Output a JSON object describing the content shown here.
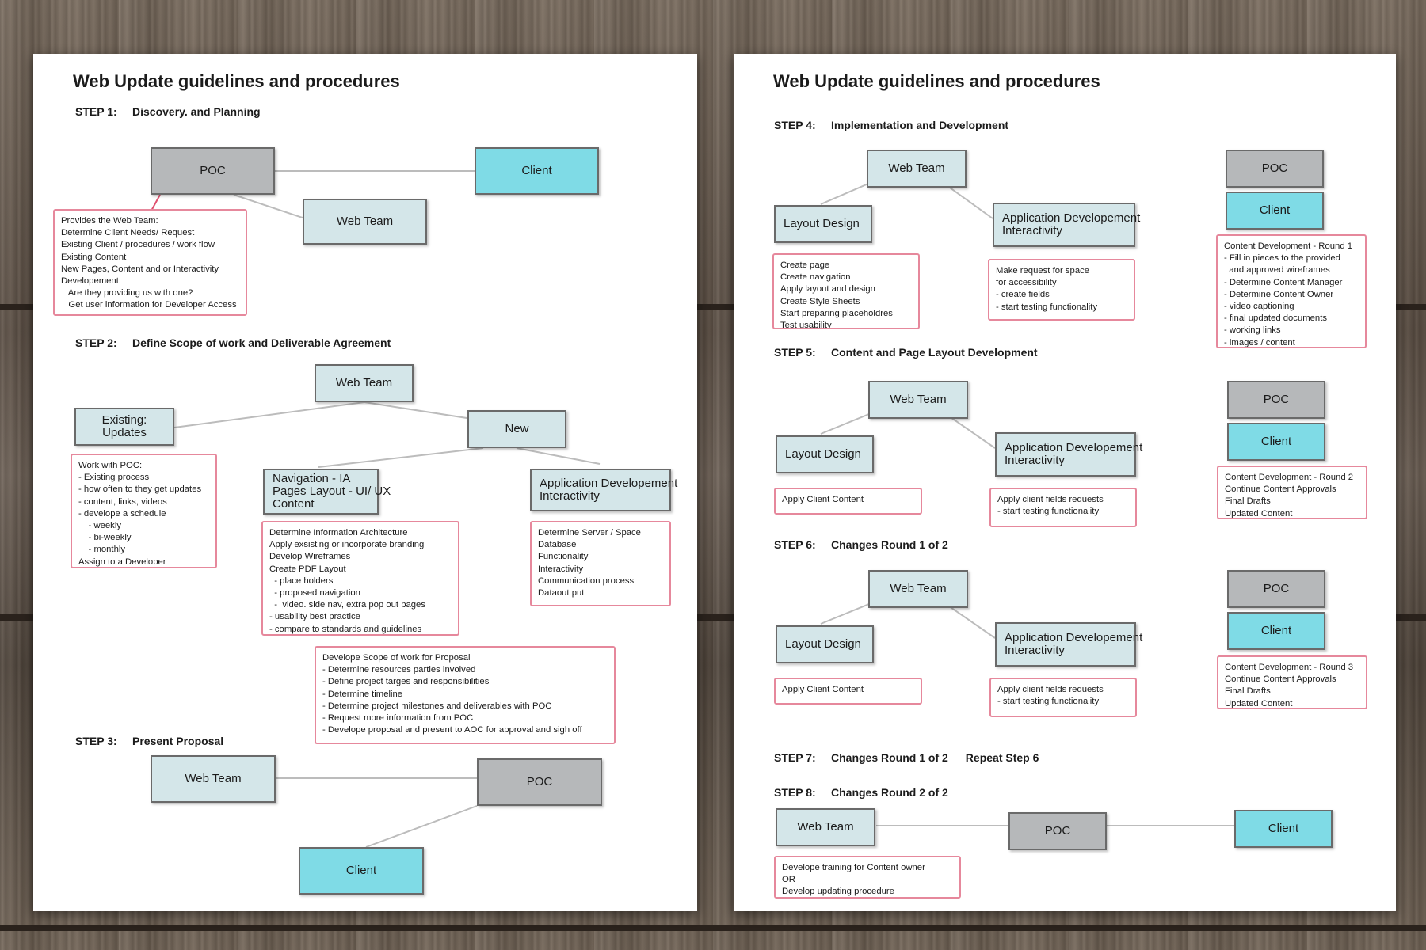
{
  "left_page": {
    "title": "Web Update guidelines and procedures",
    "step1": {
      "label": "STEP 1:",
      "name": "Discovery. and Planning",
      "poc": "POC",
      "client": "Client",
      "web_team": "Web Team",
      "note": [
        "Provides the Web Team:",
        "Determine Client Needs/ Request",
        "Existing Client / procedures / work flow",
        "Existing Content",
        "New Pages, Content and or Interactivity",
        "Developement:",
        "   Are they providing us with one?",
        "   Get user information for Developer Access"
      ]
    },
    "step2": {
      "label": "STEP 2:",
      "name": "Define Scope of work and Deliverable Agreement",
      "web_team": "Web Team",
      "existing": [
        "Existing:",
        "Updates"
      ],
      "new": "New",
      "navigation": [
        "Navigation - IA",
        "Pages Layout - UI/ UX",
        "Content"
      ],
      "application": [
        "Application Developement",
        "Interactivity"
      ],
      "existing_note": [
        "Work with POC:",
        "- Existing process",
        "- how often to they get updates",
        "- content, links, videos",
        "- develope a schedule",
        "    - weekly",
        "    - bi-weekly",
        "    - monthly",
        "Assign to a Developer"
      ],
      "navigation_note": [
        "Determine Information Architecture",
        "Apply exsisting or incorporate branding",
        "Develop Wireframes",
        "Create PDF Layout",
        "  - place holders",
        "  - proposed navigation",
        "  -  video. side nav, extra pop out pages",
        "- usability best practice",
        "- compare to standards and guidelines"
      ],
      "application_note": [
        "Determine Server / Space",
        "Database",
        "Functionality",
        "Interactivity",
        "Communication process",
        "Dataout put"
      ],
      "scope_note": [
        "Develope Scope of work for Proposal",
        "- Determine resources parties involved",
        "- Define project targes and responsibilities",
        "- Determine timeline",
        "- Determine project milestones and deliverables with POC",
        "- Request more information from POC",
        "- Develope proposal and present to AOC for approval and sigh off"
      ]
    },
    "step3": {
      "label": "STEP 3:",
      "name": "Present Proposal",
      "web_team": "Web Team",
      "poc": "POC",
      "client": "Client"
    }
  },
  "right_page": {
    "title": "Web Update guidelines and procedures",
    "step4": {
      "label": "STEP 4:",
      "name": "Implementation and Development",
      "web_team": "Web Team",
      "layout": "Layout Design",
      "application": [
        "Application Developement",
        "Interactivity"
      ],
      "poc": "POC",
      "client": "Client",
      "layout_note": [
        "Create page",
        "Create navigation",
        "Apply layout and design",
        "Create Style Sheets",
        "Start preparing placeholdres",
        "Test usability"
      ],
      "application_note": [
        "Make request for space",
        "for accessibility",
        "- create fields",
        "- start testing functionality"
      ],
      "content_note": [
        "Content Development - Round 1",
        "- Fill in pieces to the provided",
        "  and approved wireframes",
        "- Determine Content Manager",
        "- Determine Content Owner",
        "- video captioning",
        "- final updated documents",
        "- working links",
        "- images / content"
      ]
    },
    "step5": {
      "label": "STEP 5:",
      "name": "Content and Page Layout Development",
      "web_team": "Web Team",
      "layout": "Layout Design",
      "application": [
        "Application Developement",
        "Interactivity"
      ],
      "poc": "POC",
      "client": "Client",
      "layout_note": [
        "Apply Client Content"
      ],
      "application_note": [
        "Apply client fields requests",
        "- start testing functionality"
      ],
      "content_note": [
        "Content Development - Round 2",
        "Continue Content Approvals",
        "Final Drafts",
        "Updated Content"
      ]
    },
    "step6": {
      "label": "STEP 6:",
      "name": "Changes Round 1 of 2",
      "web_team": "Web Team",
      "layout": "Layout Design",
      "application": [
        "Application Developement",
        "Interactivity"
      ],
      "poc": "POC",
      "client": "Client",
      "layout_note": [
        "Apply Client Content"
      ],
      "application_note": [
        "Apply client fields requests",
        "- start testing functionality"
      ],
      "content_note": [
        "Content Development - Round 3",
        "Continue Content Approvals",
        "Final Drafts",
        "Updated Content"
      ]
    },
    "step7": {
      "label": "STEP 7:",
      "name": "Changes Round 1 of 2",
      "extra": "Repeat Step 6"
    },
    "step8": {
      "label": "STEP 8:",
      "name": "Changes Round 2 of 2",
      "web_team": "Web Team",
      "poc": "POC",
      "client": "Client",
      "note": [
        "Develope training for Content owner",
        "OR",
        "Develop updating procedure"
      ]
    }
  }
}
